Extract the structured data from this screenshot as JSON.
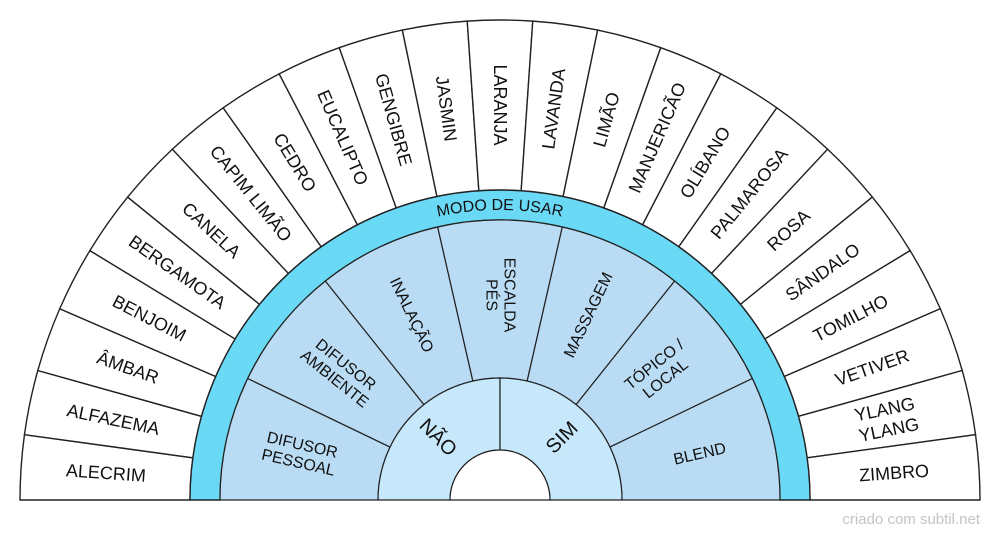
{
  "title_band": "MODO DE USAR",
  "watermark": "criado com subtil.net",
  "colors": {
    "outline": "#222222",
    "outer_ring": "#ffffff",
    "band": "#6ad9f6",
    "mid_ring": "#b9dcf4",
    "inner_ring": "#c7e8fb",
    "background": "#ffffff"
  },
  "outer_ring": [
    [
      "ALECRIM"
    ],
    [
      "ALFAZEMA"
    ],
    [
      "ÂMBAR"
    ],
    [
      "BENJOIM"
    ],
    [
      "BERGAMOTA"
    ],
    [
      "CANELA"
    ],
    [
      "CAPIM LIMÃO"
    ],
    [
      "CEDRO"
    ],
    [
      "EUCALIPTO"
    ],
    [
      "GENGIBRE"
    ],
    [
      "JASMIN"
    ],
    [
      "LARANJA"
    ],
    [
      "LAVANDA"
    ],
    [
      "LIMÃO"
    ],
    [
      "MANJERICÃO"
    ],
    [
      "OLÍBANO"
    ],
    [
      "PALMAROSA"
    ],
    [
      "ROSA"
    ],
    [
      "SÂNDALO"
    ],
    [
      "TOMILHO"
    ],
    [
      "VETIVER"
    ],
    [
      "YLANG",
      "YLANG"
    ],
    [
      "ZIMBRO"
    ]
  ],
  "middle_ring": [
    [
      "DIFUSOR",
      "PESSOAL"
    ],
    [
      "DIFUSOR",
      "AMBIENTE"
    ],
    [
      "INALAÇÃO"
    ],
    [
      "ESCALDA",
      "PÉS"
    ],
    [
      "MASSAGEM"
    ],
    [
      "TÓPICO /",
      "LOCAL"
    ],
    [
      "BLEND"
    ]
  ],
  "inner_ring": [
    [
      "NÃO"
    ],
    [
      "SIM"
    ]
  ]
}
